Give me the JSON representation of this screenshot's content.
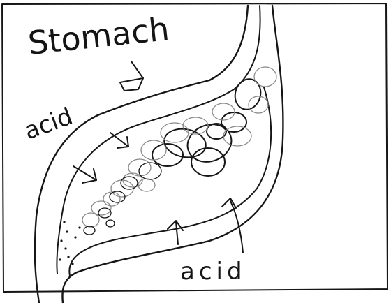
{
  "labels": {
    "title": "Stomach",
    "acid_upper": "acid",
    "acid_lower": "acid"
  },
  "colors": {
    "ink": "#161616",
    "paper": "#ffffff",
    "faint": "#8a8a8a"
  }
}
